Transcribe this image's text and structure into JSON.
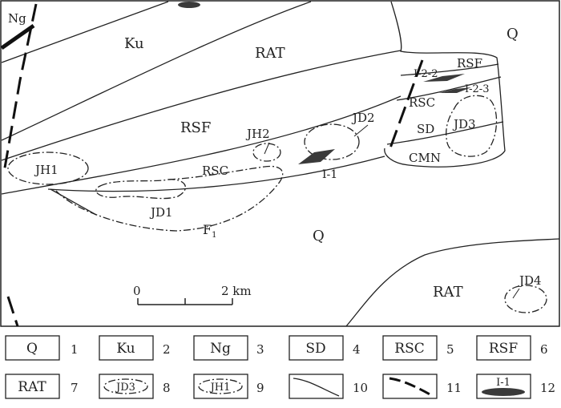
{
  "map": {
    "units": {
      "q_upper": "Q",
      "ku": "Ku",
      "rat_upper": "RAT",
      "ng": "Ng",
      "rsf_main": "RSF",
      "rsc_main": "RSC",
      "q_lower": "Q",
      "rat_lower": "RAT",
      "rsf_east": "RSF",
      "rsc_east": "RSC",
      "sd_east": "SD",
      "cmn_east": "CMN"
    },
    "labels": {
      "jh1": "JH1",
      "jh2": "JH2",
      "jd1": "JD1",
      "jd2": "JD2",
      "jd3": "JD3",
      "jd4": "JD4",
      "i1": "I-1",
      "i22": "I-2-2",
      "i23": "I-2-3",
      "f1_main": "F",
      "f1_sub": "1"
    },
    "scale_bar": {
      "start": "0",
      "end": "2 km"
    }
  },
  "legend": [
    {
      "symbol": "Q",
      "num": "1"
    },
    {
      "symbol": "Ku",
      "num": "2"
    },
    {
      "symbol": "Ng",
      "num": "3"
    },
    {
      "symbol": "SD",
      "num": "4"
    },
    {
      "symbol": "RSC",
      "num": "5"
    },
    {
      "symbol": "RSF",
      "num": "6"
    },
    {
      "symbol": "RAT",
      "num": "7"
    },
    {
      "symbol": "JD3",
      "num": "8"
    },
    {
      "symbol": "JH1",
      "num": "9"
    },
    {
      "symbol": "",
      "num": "10"
    },
    {
      "symbol": "",
      "num": "11"
    },
    {
      "symbol": "I-1",
      "num": "12"
    }
  ],
  "colors": {
    "line": "#222222",
    "orebody": "#3a3a3a",
    "background": "#ffffff"
  }
}
